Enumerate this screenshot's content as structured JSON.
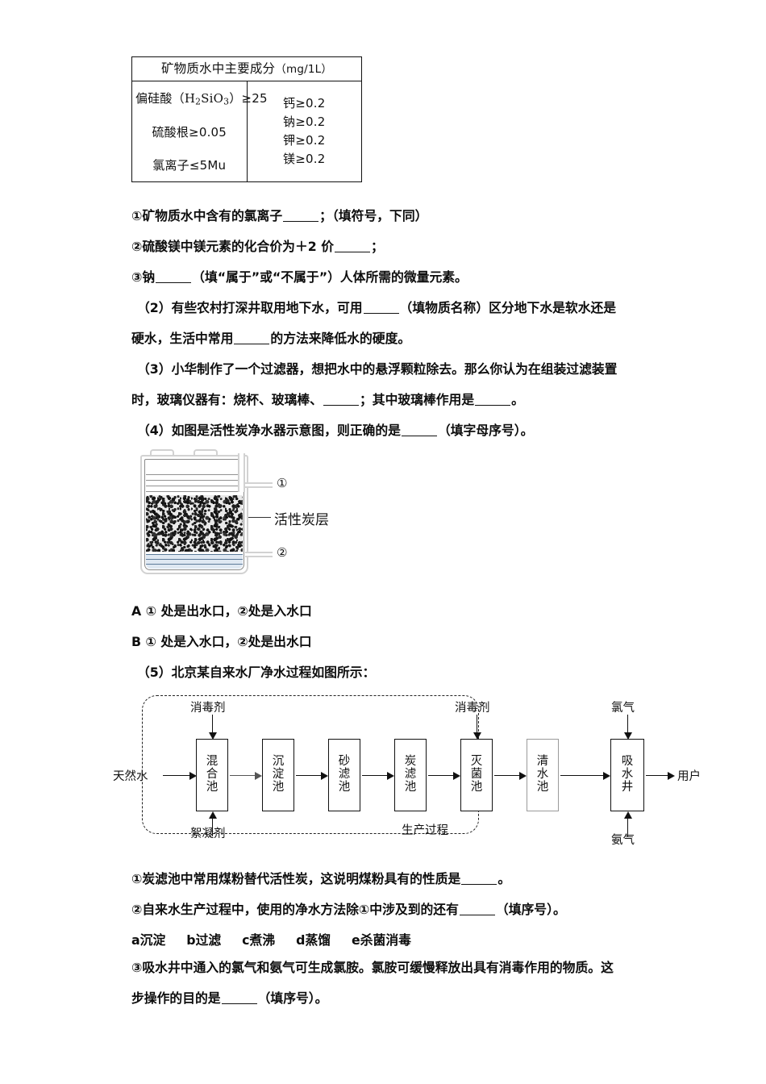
{
  "mineral_table": {
    "header": "矿物质水中主要成分",
    "header_unit": "（mg/1L）",
    "left_rows": [
      {
        "name": "偏硅酸（H",
        "formula_sub1": "2",
        "formula_mid": "SiO",
        "formula_sub2": "3",
        "tail": "）≥25"
      },
      {
        "text": "硫酸根≥0.05"
      },
      {
        "text": "氯离子≤5Mu"
      }
    ],
    "left_row1_full": "偏硅酸（H₂SiO₃）≥25",
    "left_row2": "硫酸根≥0.05",
    "left_row3": "氯离子≤5Mu",
    "right_rows": [
      "钙≥0.2",
      "钠≥0.2",
      "钾≥0.2",
      "镁≥0.2"
    ]
  },
  "questions": {
    "q1_a": "①矿物质水中含有的氯离子",
    "q1_a_tail": "；（填符号，下同）",
    "q1_b": "②硫酸镁中镁元素的化合价为＋2 价",
    "q1_b_tail": "；",
    "q1_c": "③钠",
    "q1_c_tail": "（填“属于”或“不属于”）人体所需的微量元素。",
    "q2_line1": "（2）有些农村打深井取用地下水，可用",
    "q2_line1_tail": "（填物质名称）区分地下水是软水还是",
    "q2_line2_a": "硬水，生活中常用",
    "q2_line2_b": "的方法来降低水的硬度。",
    "q3_line1": "（3）小华制作了一个过滤器，想把水中的悬浮颗粒除去。那么你认为在组装过滤装置",
    "q3_line2_a": "时，玻璃仪器有：烧杯、玻璃棒、",
    "q3_line2_b": "；其中玻璃棒作用是",
    "q3_line2_c": "。",
    "q4_line": "（4）如图是活性炭净水器示意图，则正确的是",
    "q4_line_tail": "（填字母序号）。",
    "optionA": "A ① 处是出水口，②处是入水口",
    "optionB": "B ① 处是入水口，②处是出水口",
    "q5_line": "（5）北京某自来水厂净水过程如图所示：",
    "q5_a": "①炭滤池中常用煤粉替代活性炭，这说明煤粉具有的性质是",
    "q5_a_tail": "。",
    "q5_b": "②自来水生产过程中，使用的净水方法除①中涉及到的还有",
    "q5_b_tail": "（填序号）。",
    "q5_options": [
      "a沉淀",
      "b过滤",
      "c煮沸",
      "d蒸馏",
      "e杀菌消毒"
    ],
    "q5_c_line1": "③吸水井中通入的氯气和氨气可生成氯胺。氯胺可缓慢释放出具有消毒作用的物质。这",
    "q5_c_line2_a": "步操作的目的是",
    "q5_c_line2_b": "（填序号）。"
  },
  "purifier_diagram": {
    "label_carbon": "活性炭层",
    "port_top": "①",
    "port_bottom": "②"
  },
  "flow_diagram": {
    "input_label": "天然水",
    "output_label": "用户",
    "boundary_label": "生产过程",
    "additive_top_1": "消毒剂",
    "additive_bottom_1": "絮凝剂",
    "additive_top_2": "消毒剂",
    "gas_top": "氯气",
    "gas_bottom": "氨气",
    "boxes": [
      {
        "lines": [
          "混",
          "合",
          "池"
        ]
      },
      {
        "lines": [
          "沉",
          "淀",
          "池"
        ]
      },
      {
        "lines": [
          "砂",
          "滤",
          "池"
        ]
      },
      {
        "lines": [
          "炭",
          "滤",
          "池"
        ]
      },
      {
        "lines": [
          "灭",
          "菌",
          "池"
        ]
      },
      {
        "lines": [
          "清",
          "水",
          "池"
        ]
      },
      {
        "lines": [
          "吸",
          "水",
          "井"
        ]
      }
    ]
  }
}
